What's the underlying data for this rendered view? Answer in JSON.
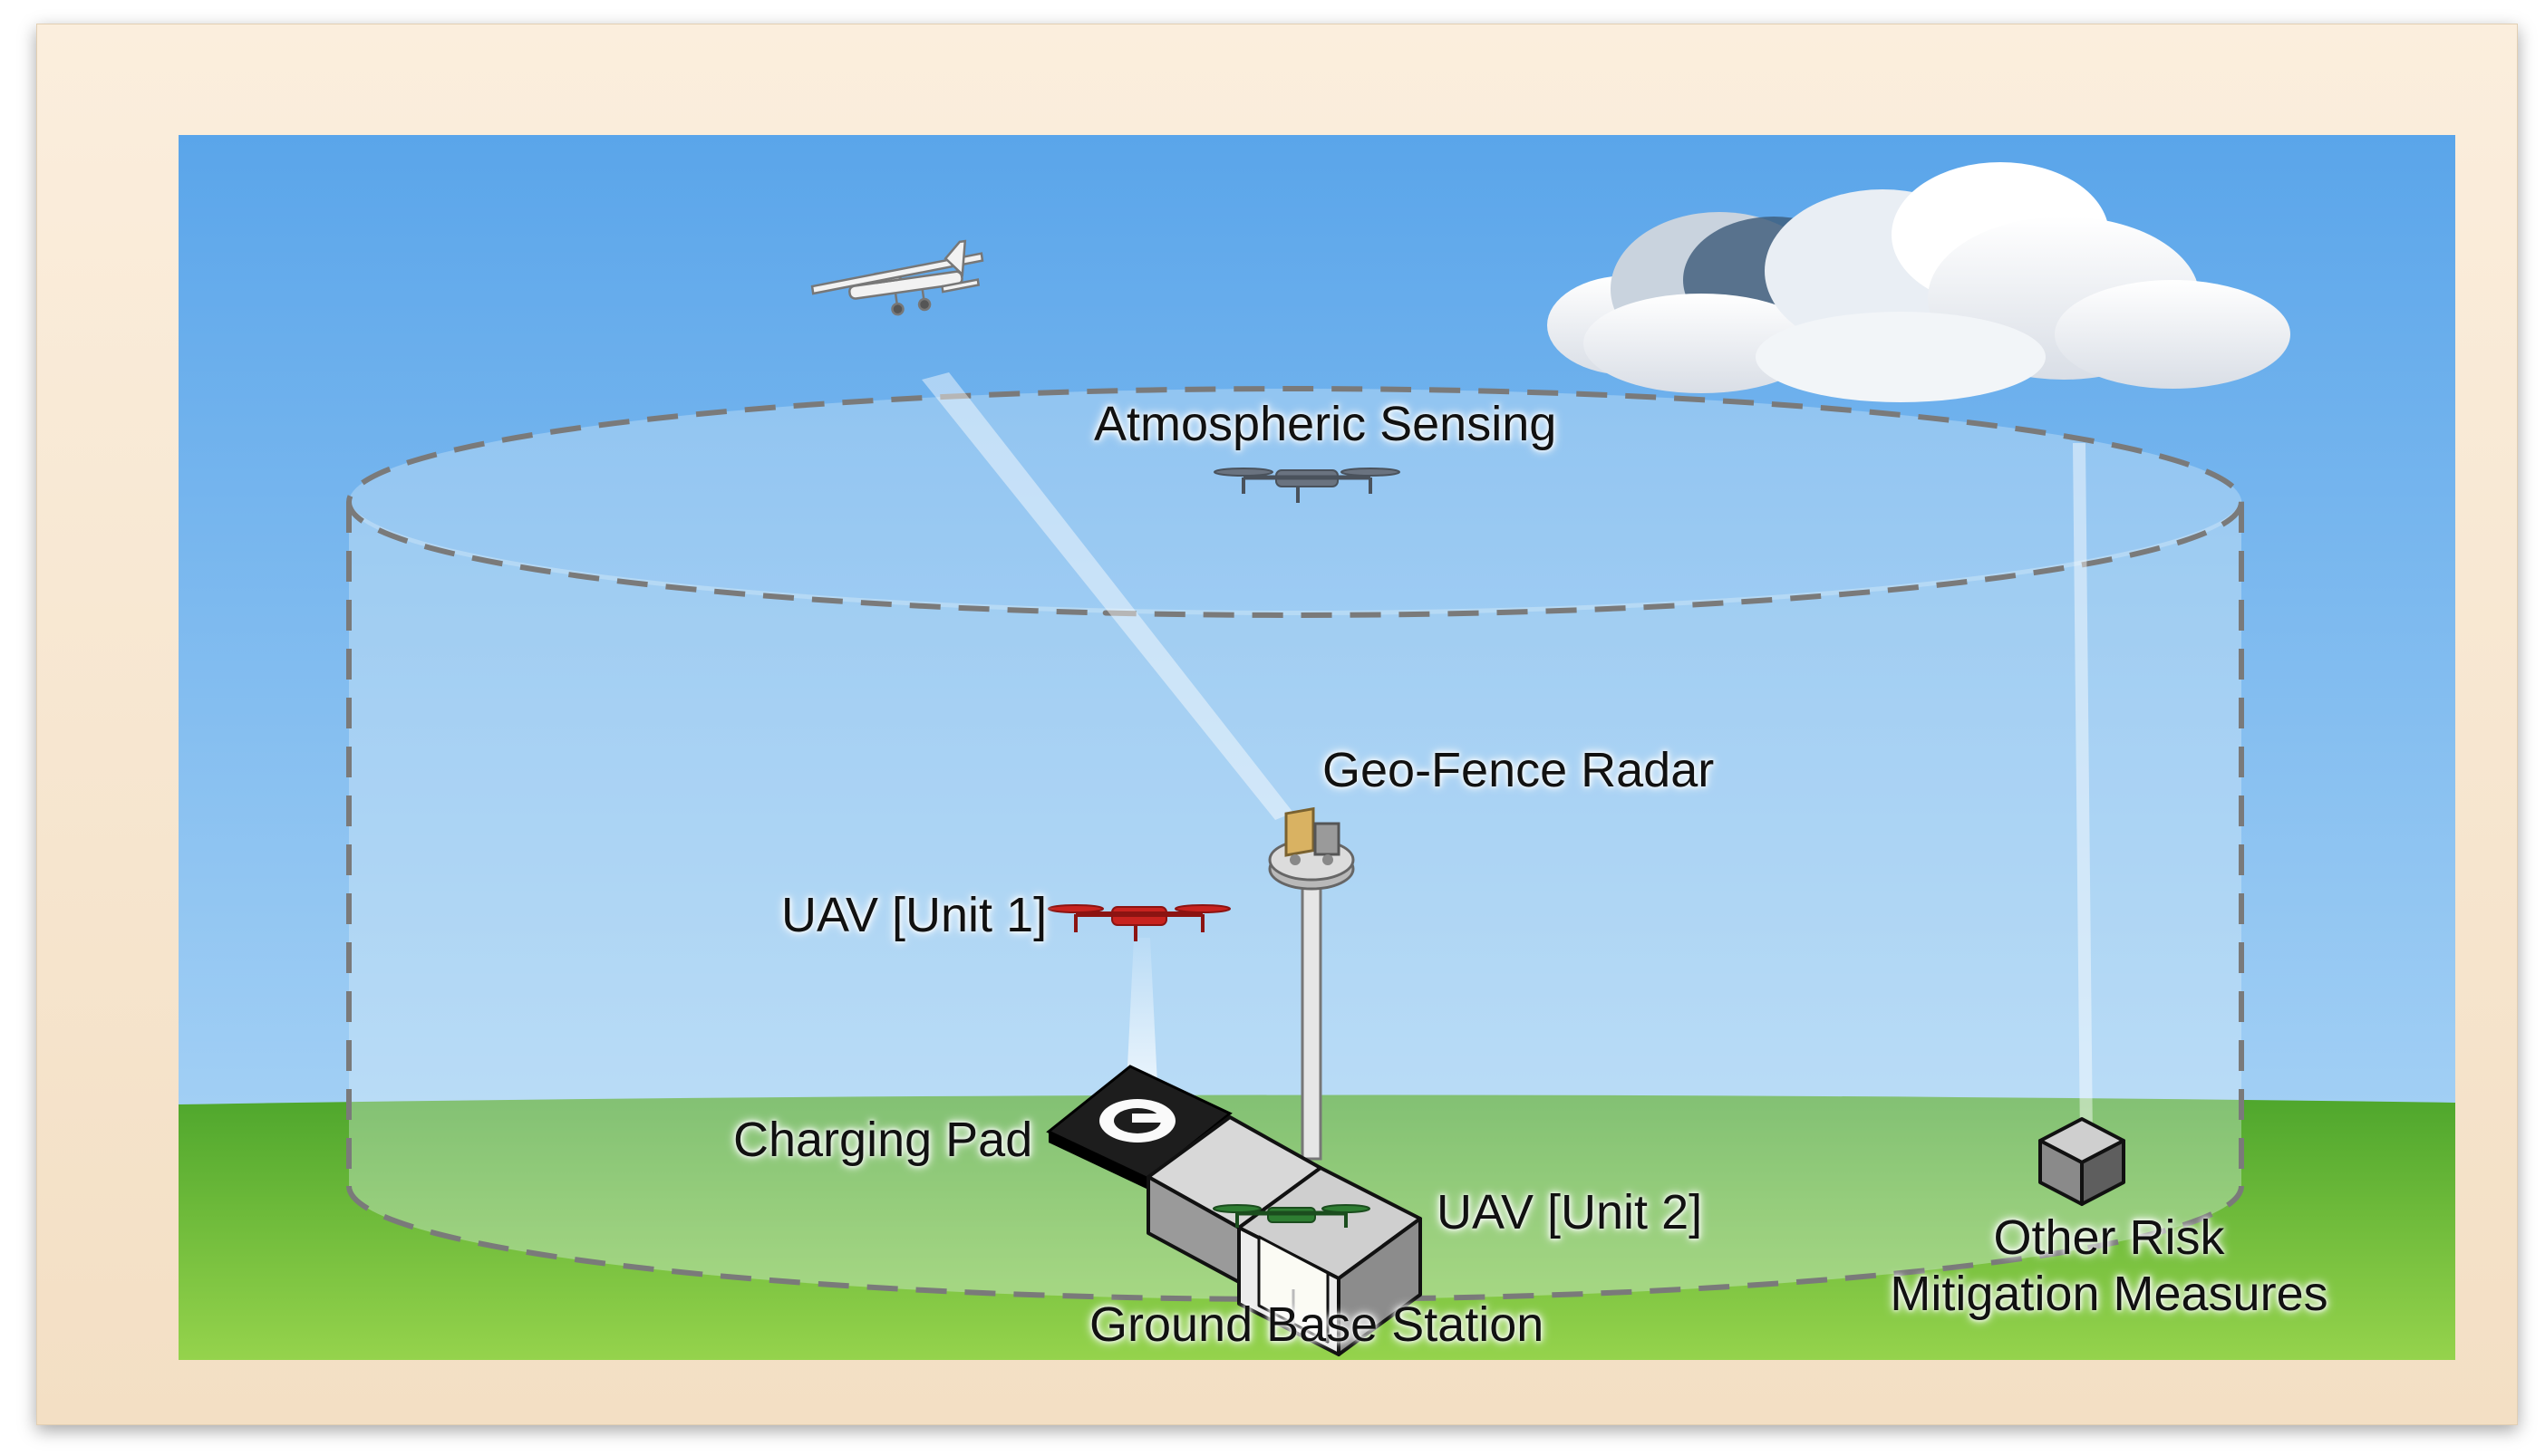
{
  "labels": {
    "atmospheric_sensing": "Atmospheric Sensing",
    "geo_fence_radar": "Geo-Fence Radar",
    "uav_unit_1": "UAV [Unit 1]",
    "charging_pad": "Charging Pad",
    "uav_unit_2": "UAV [Unit 2]",
    "ground_base_station": "Ground Base Station",
    "other_risk_line1": "Other Risk",
    "other_risk_line2": "Mitigation Measures"
  },
  "colors": {
    "sky_top": "#5aa5ea",
    "sky_bottom": "#a9d4f6",
    "grass_top": "#4aa02a",
    "grass_bottom": "#8fd04a",
    "fence_dash": "#7a7a7a",
    "uav_unit_1": "#c8231f",
    "uav_unit_2": "#2e7d32",
    "atmos_uav": "#666f7c"
  },
  "icons": [
    "airplane-icon",
    "cloud-icon",
    "quadcopter-icon",
    "radar-icon",
    "cube-icon",
    "charging-pad-icon",
    "base-station-icon"
  ]
}
